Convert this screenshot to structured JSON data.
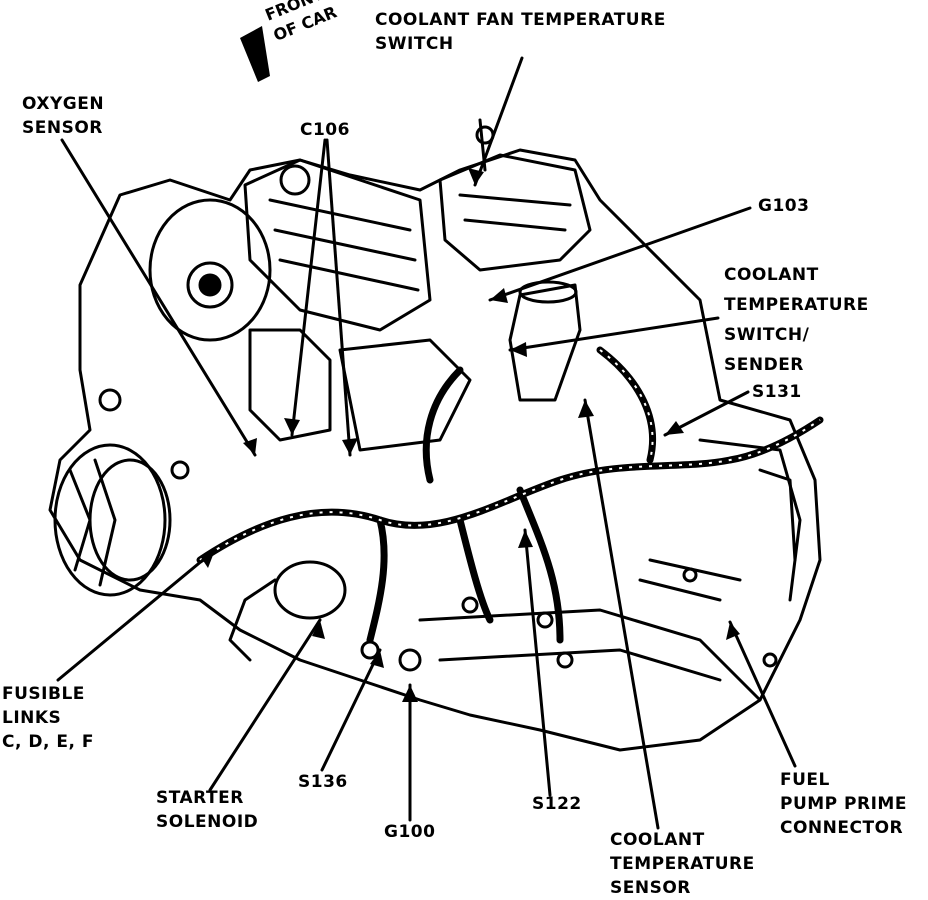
{
  "diagram": {
    "orientation": [
      "FRONT",
      "OF CAR"
    ],
    "labels": {
      "coolant_fan_switch": [
        "COOLANT FAN TEMPERATURE",
        "SWITCH"
      ],
      "oxygen_sensor": [
        "OXYGEN",
        "SENSOR"
      ],
      "c106": [
        "C106"
      ],
      "g103": [
        "G103"
      ],
      "coolant_temp_switch_sender": [
        "COOLANT",
        "TEMPERATURE",
        "SWITCH/",
        "SENDER"
      ],
      "s131": [
        "S131"
      ],
      "fusible_links": [
        "FUSIBLE",
        "LINKS",
        "C, D, E, F"
      ],
      "starter_solenoid": [
        "STARTER",
        "SOLENOID"
      ],
      "s136": [
        "S136"
      ],
      "g100": [
        "G100"
      ],
      "s122": [
        "S122"
      ],
      "coolant_temp_sensor": [
        "COOLANT",
        "TEMPERATURE",
        "SENSOR"
      ],
      "fuel_pump_prime": [
        "FUEL",
        "PUMP PRIME",
        "CONNECTOR"
      ]
    }
  }
}
